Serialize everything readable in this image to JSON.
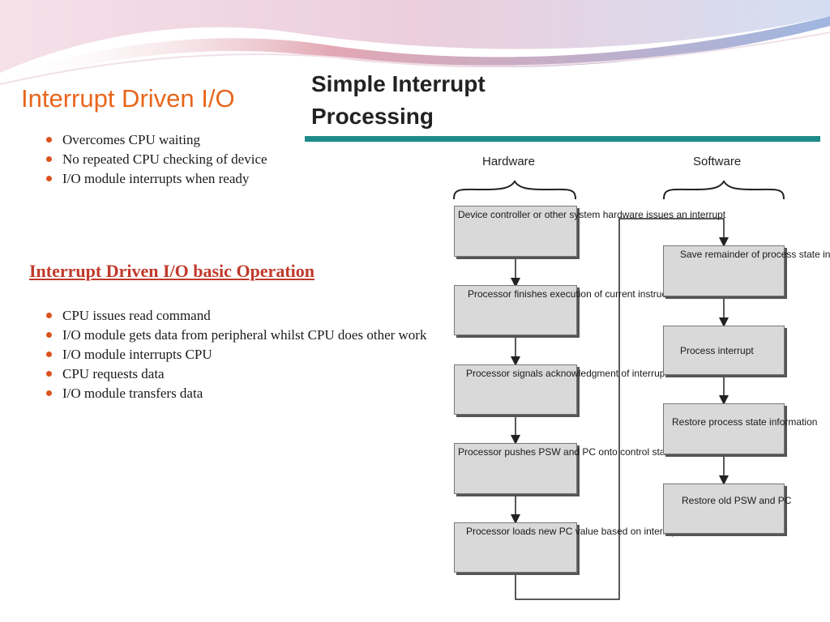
{
  "slide": {
    "title": "Interrupt Driven I/O",
    "bullets": [
      "Overcomes CPU waiting",
      "No repeated CPU checking of device",
      " I/O module interrupts when ready"
    ],
    "subheading": "Interrupt Driven I/O basic Operation",
    "operation_bullets": [
      "CPU issues read command",
      " I/O module gets data from peripheral whilst CPU does other work",
      " I/O module interrupts CPU",
      " CPU requests data",
      " I/O module transfers data"
    ]
  },
  "figure": {
    "title_line1": "Simple Interrupt",
    "title_line2": "Processing",
    "hardware_label": "Hardware",
    "software_label": "Software",
    "hardware_steps": [
      "Device controller or\nother system hardware\nissues an interrupt",
      "Processor finishes\nexecution of current\ninstruction",
      "Processor signals\nacknowledgment\nof interrupt",
      "Processor pushes PSW\nand PC onto control\nstack",
      "Processor loads new\nPC value based on\ninterrupt"
    ],
    "software_steps": [
      "Save remainder of\nprocess state\ninformation",
      "Process interrupt",
      "Restore process state\ninformation",
      "Restore old PSW\nand PC"
    ]
  },
  "colors": {
    "title": "#e8661c",
    "subheading": "#c0392b",
    "bullet": "#d9531e",
    "rule": "#1f8a8a",
    "box_fill": "#d9d9d9"
  }
}
